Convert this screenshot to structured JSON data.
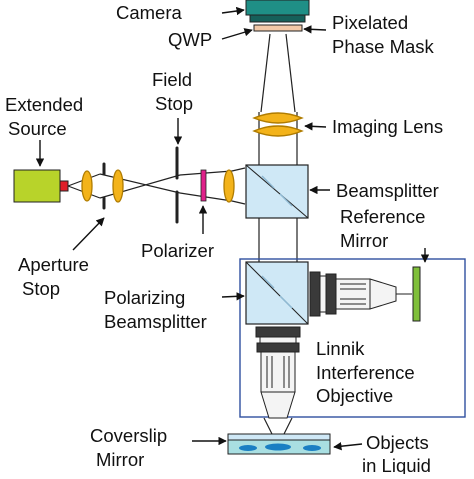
{
  "labels": {
    "camera": "Camera",
    "qwp": "QWP",
    "pixelated_1": "Pixelated",
    "pixelated_2": "Phase Mask",
    "field_stop_1": "Field",
    "field_stop_2": "Stop",
    "extended_source_1": "Extended",
    "extended_source_2": "Source",
    "imaging_lens": "Imaging Lens",
    "beamsplitter": "Beamsplitter",
    "reference_mirror_1": "Reference",
    "reference_mirror_2": "Mirror",
    "polarizer": "Polarizer",
    "aperture_stop_1": "Aperture",
    "aperture_stop_2": "Stop",
    "polarizing_bs_1": "Polarizing",
    "polarizing_bs_2": "Beamsplitter",
    "linnik_1": "Linnik",
    "linnik_2": "Interference",
    "linnik_3": "Objective",
    "coverslip_1": "Coverslip",
    "coverslip_2": "Mirror",
    "objects_1": "Objects",
    "objects_2": "in Liquid"
  },
  "colors": {
    "camera_body": "#1f8f86",
    "camera_sensor": "#16605a",
    "qwp": "#f2c9a8",
    "lens": "#f3b31a",
    "lens_edge": "#b07c00",
    "source": "#b8d32a",
    "source_tip": "#e0202a",
    "polarizer": "#e0208a",
    "cube": "#cfe8f6",
    "frame": "#2f4fa0",
    "ref_mirror": "#7fbf3a",
    "coverslip": "#a9dfe2",
    "liquid": "#1a7fc3",
    "objective_dark": "#3a3a3a",
    "objective_light": "#f4f4f4"
  }
}
